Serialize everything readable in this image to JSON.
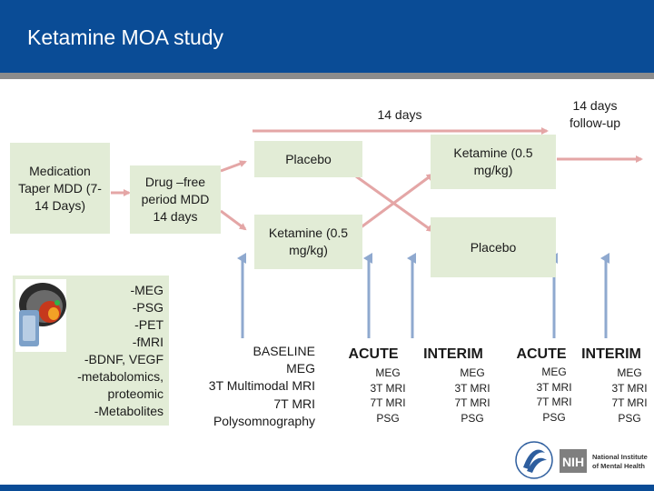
{
  "title": "Ketamine MOA study",
  "timeline": {
    "period_14_days": "14 days",
    "followup": "14 days follow-up"
  },
  "taper_box": "Medication Taper MDD (7-14 Days)",
  "drugfree_box": "Drug –free period MDD 14 days",
  "arm1": {
    "first": "Placebo",
    "second": "Ketamine (0.5 mg/kg)"
  },
  "arm2": {
    "first": "Ketamine (0.5 mg/kg)",
    "second": "Placebo"
  },
  "measures_box": {
    "items": [
      "-MEG",
      "-PSG",
      "-PET",
      "-fMRI",
      "-BDNF, VEGF",
      "-metabolomics,",
      "proteomic",
      "-Metabolites"
    ]
  },
  "baseline": {
    "items": [
      "BASELINE",
      "MEG",
      "3T Multimodal MRI",
      "7T MRI",
      "Polysomnography"
    ]
  },
  "phases": [
    {
      "label": "ACUTE",
      "items": [
        "MEG",
        "3T MRI",
        "7T MRI",
        "PSG"
      ]
    },
    {
      "label": "INTERIM",
      "items": [
        "MEG",
        "3T MRI",
        "7T MRI",
        "PSG"
      ]
    },
    {
      "label": "ACUTE",
      "items": [
        "MEG",
        "3T MRI",
        "7T MRI",
        "PSG"
      ]
    },
    {
      "label": "INTERIM",
      "items": [
        "MEG",
        "3T MRI",
        "7T MRI",
        "PSG"
      ]
    }
  ],
  "logo": {
    "org_line1": "National Institute",
    "org_line2": "of Mental Health",
    "mark": "NIH"
  },
  "colors": {
    "header": "#0a4c96",
    "box_fill": "#e2ecd6",
    "arrow_pink": "#e4a6a6",
    "arrow_blue": "#8fa9cf"
  }
}
